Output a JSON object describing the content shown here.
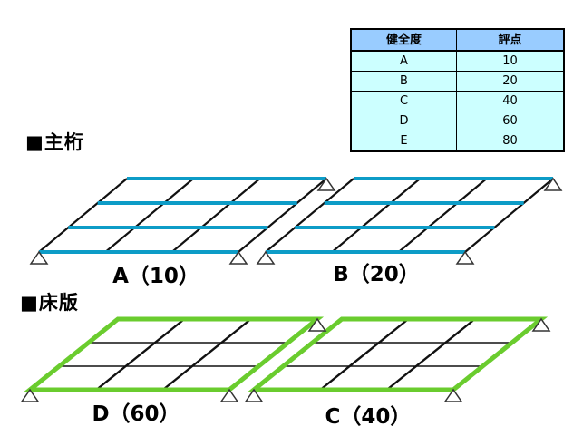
{
  "table": {
    "headers": [
      "健全度",
      "評点"
    ],
    "rows": [
      {
        "grade": "A",
        "score": "10"
      },
      {
        "grade": "B",
        "score": "20"
      },
      {
        "grade": "C",
        "score": "40"
      },
      {
        "grade": "D",
        "score": "60"
      },
      {
        "grade": "E",
        "score": "80"
      }
    ],
    "header_bg": "#99ccff",
    "row_bg": "#ccffff"
  },
  "sections": {
    "girder": {
      "heading": "■主桁",
      "highlight_color": "#0d9cc7",
      "spans": [
        {
          "label": "A（10）",
          "grade": "A",
          "score": 10
        },
        {
          "label": "B（20）",
          "grade": "B",
          "score": 20
        }
      ]
    },
    "deck": {
      "heading": "■床版",
      "highlight_color": "#6acc2e",
      "spans": [
        {
          "label": "D（60）",
          "grade": "D",
          "score": 60
        },
        {
          "label": "C（40）",
          "grade": "C",
          "score": 40
        }
      ]
    }
  }
}
